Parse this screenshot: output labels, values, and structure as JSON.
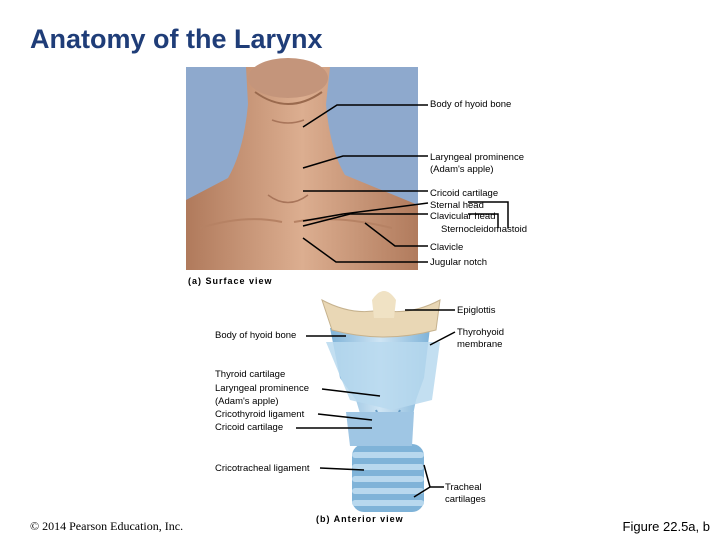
{
  "title": "Anatomy of the Larynx",
  "panel_a": {
    "caption": "(a) Surface view",
    "labels": {
      "hyoid": "Body of hyoid bone",
      "laryngeal_1": "Laryngeal prominence",
      "laryngeal_2": "(Adam's apple)",
      "cricoid": "Cricoid cartilage",
      "sternal": "Sternal head",
      "clavicular": "Clavicular head",
      "scm": "Sternocleidomastoid",
      "clavicle": "Clavicle",
      "jugular": "Jugular notch"
    }
  },
  "panel_b": {
    "caption": "(b) Anterior view",
    "labels": {
      "epiglottis": "Epiglottis",
      "hyoid": "Body of hyoid bone",
      "thyrohyoid_1": "Thyrohyoid",
      "thyrohyoid_2": "membrane",
      "thyroid": "Thyroid cartilage",
      "laryngeal": "Laryngeal prominence",
      "adams": "(Adam's apple)",
      "cricothyroid": "Cricothyroid ligament",
      "cricoid": "Cricoid cartilage",
      "cricotracheal": "Cricotracheal ligament",
      "tracheal_1": "Tracheal",
      "tracheal_2": "cartilages"
    }
  },
  "footer": {
    "copyright": "© 2014 Pearson Education, Inc.",
    "figure": "Figure 22.5a, b"
  }
}
